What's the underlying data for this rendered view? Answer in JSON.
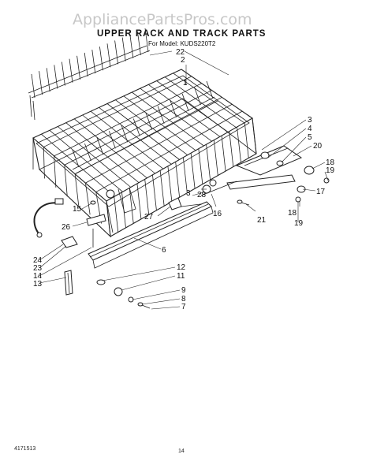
{
  "watermark": "AppliancePartsPros.com",
  "title": "UPPER RACK AND TRACK PARTS",
  "model_line": "For Model: KUDS220T2",
  "footer": {
    "doc_number": "4171513",
    "page": "14"
  },
  "callouts": [
    "22",
    "2",
    "1",
    "3",
    "4",
    "5",
    "20",
    "18",
    "19",
    "17",
    "18",
    "19",
    "21",
    "16",
    "28",
    "3",
    "27",
    "15",
    "26",
    "6",
    "24",
    "23",
    "14",
    "13",
    "12",
    "11",
    "9",
    "8",
    "7"
  ]
}
